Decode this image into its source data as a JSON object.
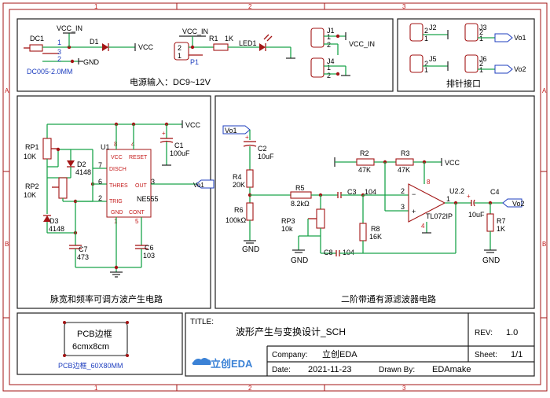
{
  "border": {
    "cols": [
      "1",
      "2",
      "3"
    ],
    "rows": [
      "A",
      "B"
    ]
  },
  "power": {
    "dc1": {
      "ref": "DC1",
      "part": "DC005-2.0MM",
      "p1": "1",
      "p2": "2",
      "p3": "3"
    },
    "vcc_in": "VCC_IN",
    "vcc": "VCC",
    "gnd": "GND",
    "d1": "D1",
    "p1": {
      "ref": "P1",
      "pins": [
        "2",
        "1"
      ]
    },
    "r1": {
      "ref": "R1",
      "value": "1K"
    },
    "led1": "LED1",
    "j1": {
      "ref": "J1",
      "pins": [
        "1",
        "2"
      ]
    },
    "j4": {
      "ref": "J4",
      "pins": [
        "1",
        "2"
      ]
    },
    "title": "电源输入：DC9~12V"
  },
  "headers": {
    "title": "排针接口",
    "j2": {
      "ref": "J2",
      "pins": [
        "2",
        "1"
      ]
    },
    "j3": {
      "ref": "J3",
      "pins": [
        "2",
        "1"
      ]
    },
    "j5": {
      "ref": "J5",
      "pins": [
        "2",
        "1"
      ]
    },
    "j6": {
      "ref": "J6",
      "pins": [
        "2",
        "1"
      ]
    },
    "vo1": "Vo1",
    "vo2": "Vo2"
  },
  "osc": {
    "title": "脉宽和频率可调方波产生电路",
    "vcc": "VCC",
    "rp1": {
      "ref": "RP1",
      "value": "10K"
    },
    "rp2": {
      "ref": "RP2",
      "value": "10K"
    },
    "d2": {
      "ref": "D2",
      "value": "4148"
    },
    "d3": {
      "ref": "D3",
      "value": "4148"
    },
    "c7": {
      "ref": "C7",
      "value": "473"
    },
    "c6": {
      "ref": "C6",
      "value": "103"
    },
    "c1": {
      "ref": "C1",
      "value": "100uF"
    },
    "u1": {
      "ref": "U1",
      "part": "NE555",
      "pins_left": [
        {
          "num": "7",
          "name": "DISCH"
        },
        {
          "num": "6",
          "name": "THRES"
        },
        {
          "num": "2",
          "name": "TRIG"
        }
      ],
      "vcc": "VCC",
      "reset": "RESET",
      "out": "OUT",
      "out_num": "3",
      "gnd": "GND",
      "cont": "CONT",
      "num_vcc": "8",
      "num_reset": "4",
      "num_gnd": "1",
      "num_cont": "5"
    },
    "vo1": "Vo1"
  },
  "filter": {
    "title": "二阶带通有源滤波器电路",
    "vo1": "Vo1",
    "vo2": "Vo2",
    "vcc": "VCC",
    "gnd": "GND",
    "c2": {
      "ref": "C2",
      "value": "10uF"
    },
    "r4": {
      "ref": "R4",
      "value": "20K"
    },
    "r6": {
      "ref": "R6",
      "value": "100kΩ"
    },
    "r5": {
      "ref": "R5",
      "value": "8.2kΩ"
    },
    "rp3": {
      "ref": "RP3",
      "value": "10k"
    },
    "c3": {
      "ref": "C3",
      "value": "104"
    },
    "c8": {
      "ref": "C8",
      "value": "104"
    },
    "r8": {
      "ref": "R8",
      "value": "16K"
    },
    "r2": {
      "ref": "R2",
      "value": "47K"
    },
    "r3": {
      "ref": "R3",
      "value": "47K"
    },
    "u2": {
      "ref": "U2.2",
      "part": "TL072IP",
      "n_in": "2",
      "p_in": "3",
      "out": "1",
      "v_pos": "8",
      "v_neg": "4"
    },
    "c4": {
      "ref": "C4",
      "value": "10uF"
    },
    "r7": {
      "ref": "R7",
      "value": "1K"
    }
  },
  "pcb": {
    "frame_title": "PCB边框",
    "size": "6cmx8cm",
    "caption": "PCB边框_60X80MM"
  },
  "titleblock": {
    "title_label": "TITLE:",
    "title": "波形产生与变换设计_SCH",
    "rev_label": "REV:",
    "rev": "1.0",
    "company_label": "Company:",
    "company": "立创EDA",
    "sheet_label": "Sheet:",
    "sheet": "1/1",
    "date_label": "Date:",
    "date": "2021-11-23",
    "drawn_label": "Drawn By:",
    "drawn": "EDAmake",
    "logo": "立创EDA"
  }
}
